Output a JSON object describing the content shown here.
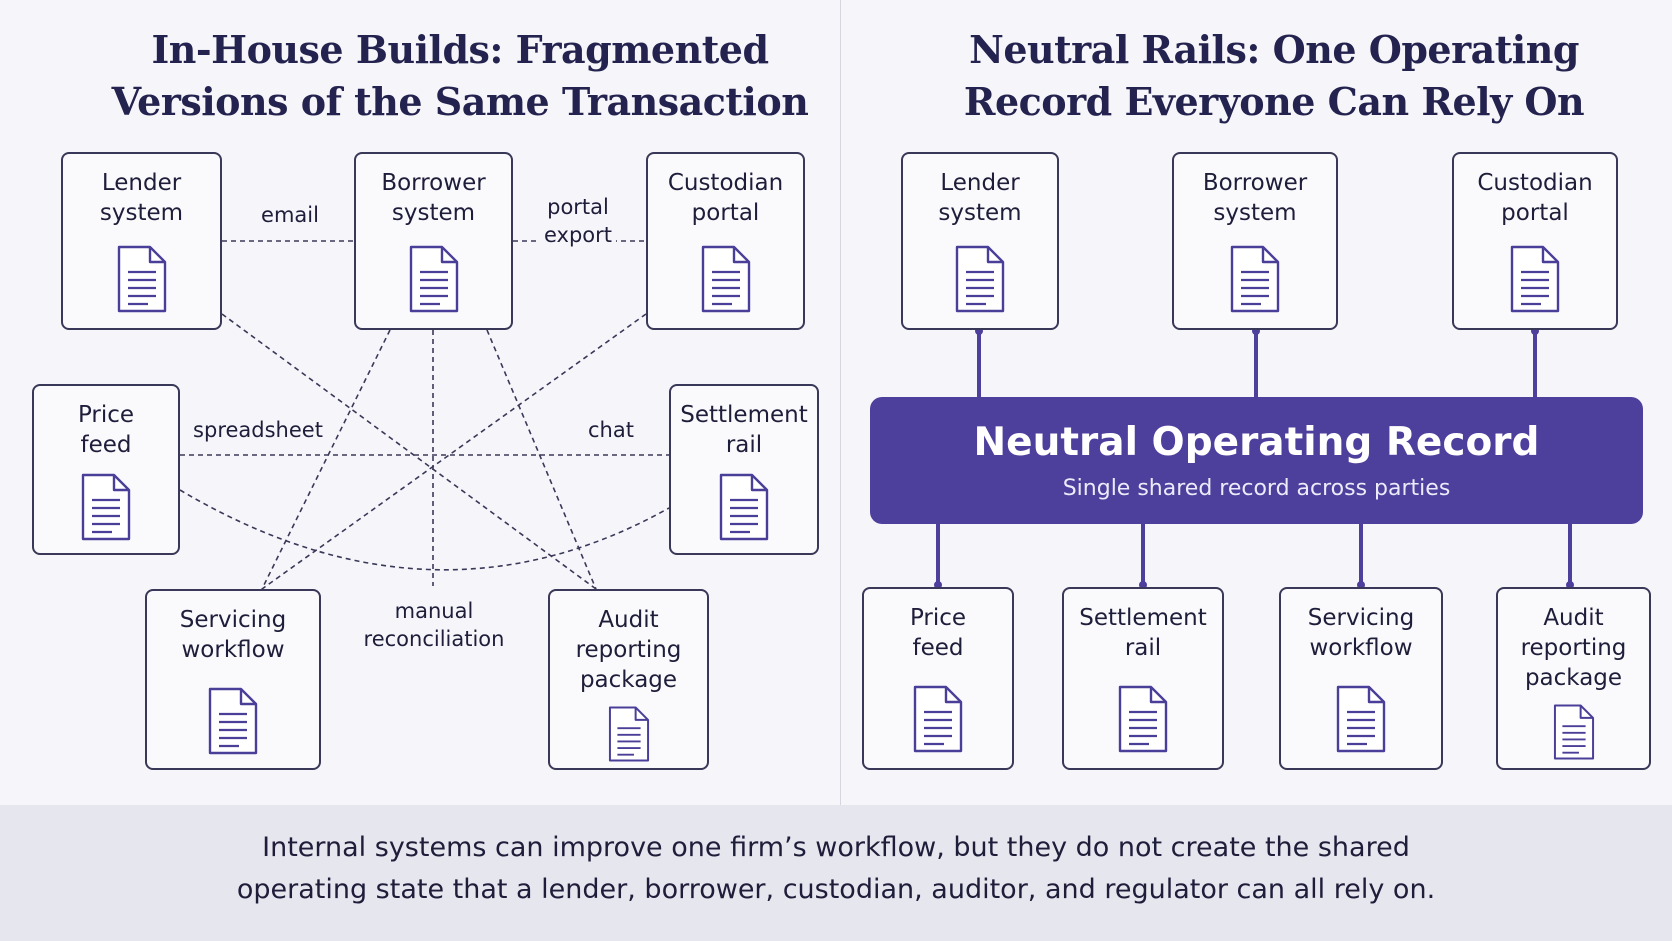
{
  "left_panel": {
    "title": "In-House Builds: Fragmented Versions\nof the Same Transaction",
    "nodes": {
      "lender": "Lender\nsystem",
      "borrower": "Borrower\nsystem",
      "custodian": "Custodian\nportal",
      "price": "Price\nfeed",
      "settlement": "Settlement\nrail",
      "servicing": "Servicing\nworkflow",
      "audit": "Audit\nreporting\npackage"
    },
    "edge_labels": {
      "email": "email",
      "portal_export": "portal\nexport",
      "spreadsheet": "spreadsheet",
      "chat": "chat",
      "manual": "manual\nreconciliation"
    }
  },
  "right_panel": {
    "title": "Neutral Rails: One Operating Record\nEveryone Can Rely On",
    "top_nodes": [
      "Lender\nsystem",
      "Borrower\nsystem",
      "Custodian\nportal"
    ],
    "record": {
      "title": "Neutral Operating Record",
      "subtitle": "Single shared record across parties"
    },
    "bottom_nodes": [
      "Price\nfeed",
      "Settlement\nrail",
      "Servicing\nworkflow",
      "Audit\nreporting\npackage"
    ]
  },
  "footer": {
    "text": "Internal systems can improve one firm’s workflow, but they do not create the shared\noperating state that a lender, borrower, custodian, auditor, and regulator can all rely on."
  },
  "colors": {
    "accent": "#4d3f9c",
    "icon": "#4a3f98",
    "border": "#3a3858",
    "background": "#f6f6fa",
    "footer_background": "#e6e6ef"
  },
  "icons": {
    "node": "document-icon"
  }
}
